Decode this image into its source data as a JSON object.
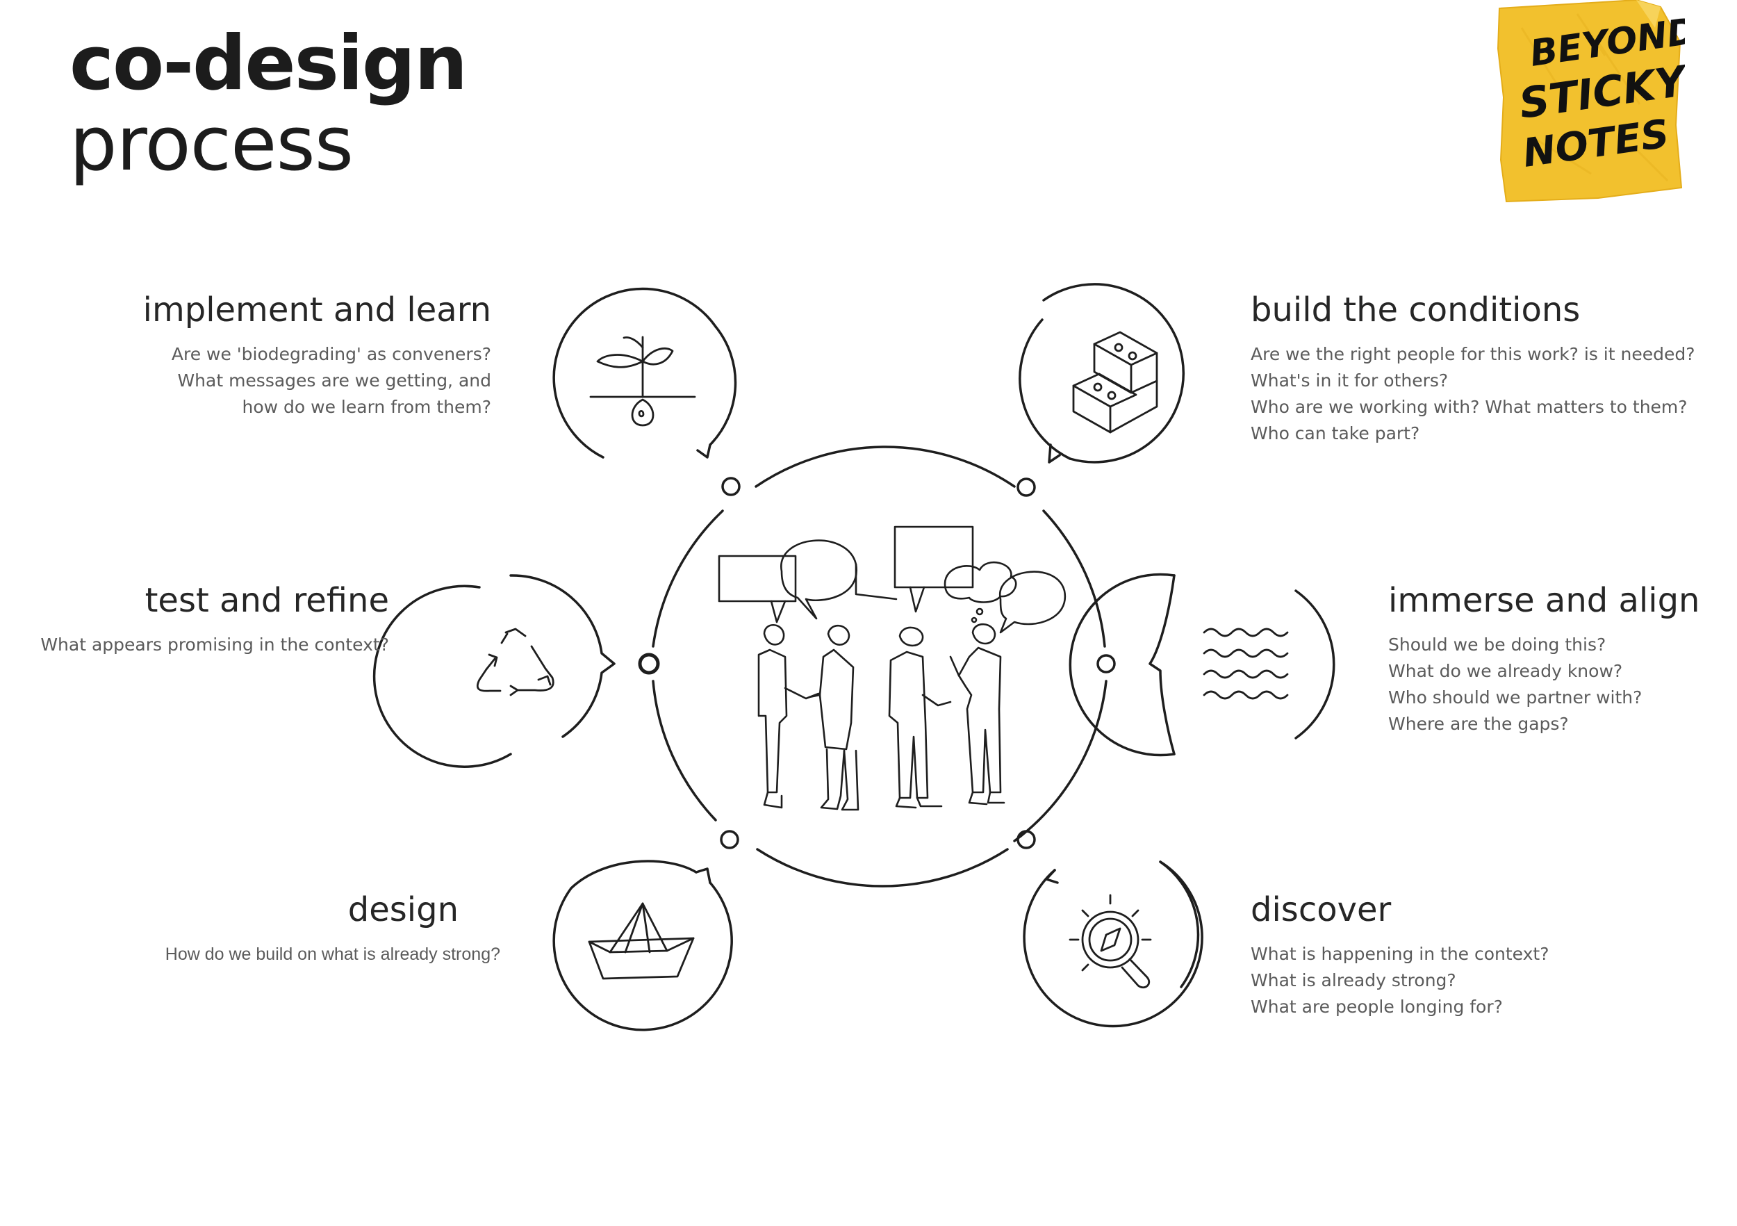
{
  "title": {
    "line1": "co-design",
    "line2": "process"
  },
  "logo": {
    "text_lines": [
      "BEYOND",
      "STICKY",
      "NOTES"
    ],
    "background_color": "#f2c12e",
    "ink_color": "#111111"
  },
  "stages": {
    "build": {
      "title": "build the conditions",
      "icon": "building-blocks-icon",
      "questions": [
        "Are we the right people for this work? is it needed?",
        "What's in it for others?",
        "Who are we working with? What matters to them?",
        "Who can take part?"
      ]
    },
    "immerse": {
      "title": "immerse and align",
      "icon": "waves-icon",
      "questions": [
        "Should we be doing this?",
        "What do we already know?",
        "Who should we partner with?",
        "Where are the gaps?"
      ]
    },
    "discover": {
      "title": "discover",
      "icon": "compass-magnifier-icon",
      "questions": [
        "What is happening in the context?",
        "What is already strong?",
        "What are people longing for?"
      ]
    },
    "design": {
      "title": "design",
      "icon": "paper-boat-icon",
      "questions": [
        "How do we build on what is already strong?"
      ]
    },
    "test": {
      "title": "test and refine",
      "icon": "recycle-arrows-icon",
      "questions": [
        "What appears promising  in the context?"
      ]
    },
    "implement": {
      "title": "implement and learn",
      "icon": "sprouting-seed-icon",
      "questions": [
        "Are we 'biodegrading' as conveners?",
        "What messages are we getting, and",
        "how do we learn from them?"
      ]
    }
  },
  "center": {
    "icon": "people-conversation-icon"
  }
}
